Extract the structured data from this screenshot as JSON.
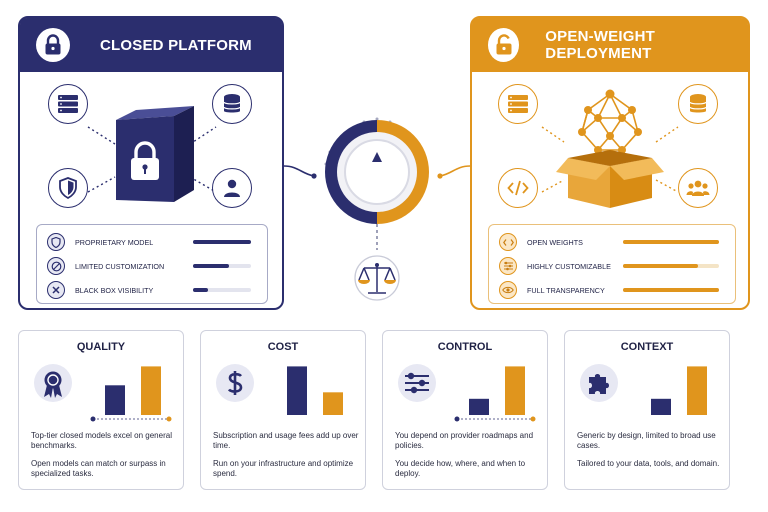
{
  "closed": {
    "title": "CLOSED PLATFORM",
    "features": [
      {
        "label": "PROPRIETARY MODEL",
        "icon": "shield-icon",
        "level": 1.0
      },
      {
        "label": "LIMITED CUSTOMIZATION",
        "icon": "no-entry-icon",
        "level": 0.62
      },
      {
        "label": "BLACK BOX VISIBILITY",
        "icon": "x-icon",
        "level": 0.25
      }
    ],
    "colors": {
      "primary": "#2b2e6e"
    }
  },
  "open": {
    "title": "OPEN-WEIGHT DEPLOYMENT",
    "features": [
      {
        "label": "OPEN WEIGHTS",
        "icon": "code-icon",
        "level": 1.0
      },
      {
        "label": "HIGHLY CUSTOMIZABLE",
        "icon": "sliders-icon",
        "level": 0.78
      },
      {
        "label": "FULL TRANSPARENCY",
        "icon": "eye-icon",
        "level": 1.0
      }
    ],
    "colors": {
      "primary": "#e0951d"
    }
  },
  "cards": [
    {
      "title": "QUALITY",
      "icon": "award-ribbon-icon",
      "text1": "Top-tier closed models excel on general benchmarks.",
      "text2": "Open models can match or surpass in specialized tasks.",
      "bars": {
        "closed": 0.55,
        "open": 0.9
      }
    },
    {
      "title": "COST",
      "icon": "dollar-icon",
      "text1": "Subscription and usage fees add up over time.",
      "text2": "Run on your infrastructure and optimize spend.",
      "bars": {
        "closed": 0.9,
        "open": 0.42
      }
    },
    {
      "title": "CONTROL",
      "icon": "sliders-icon",
      "text1": "You depend on provider roadmaps and policies.",
      "text2": "You decide how, where, and when to deploy.",
      "bars": {
        "closed": 0.3,
        "open": 0.9
      }
    },
    {
      "title": "CONTEXT",
      "icon": "puzzle-piece-icon",
      "text1": "Generic by design, limited to broad use cases.",
      "text2": "Tailored to your data, tools, and domain.",
      "bars": {
        "closed": 0.3,
        "open": 0.9
      }
    }
  ]
}
